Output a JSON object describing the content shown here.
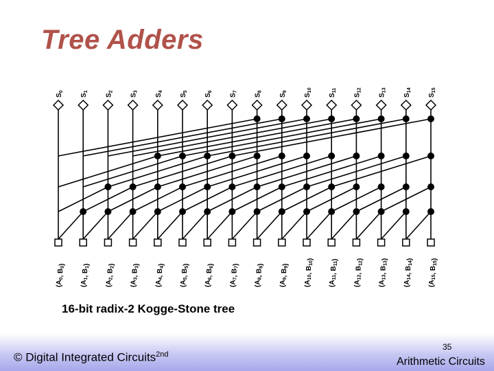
{
  "slide": {
    "title": "Tree Adders",
    "caption": "16-bit radix-2 Kogge-Stone tree"
  },
  "diagram": {
    "bit_count": 16,
    "stage_spans": [
      1,
      2,
      4,
      8
    ],
    "outputs": [
      {
        "base": "S",
        "sub": "0"
      },
      {
        "base": "S",
        "sub": "1"
      },
      {
        "base": "S",
        "sub": "2"
      },
      {
        "base": "S",
        "sub": "3"
      },
      {
        "base": "S",
        "sub": "4"
      },
      {
        "base": "S",
        "sub": "5"
      },
      {
        "base": "S",
        "sub": "6"
      },
      {
        "base": "S",
        "sub": "7"
      },
      {
        "base": "S",
        "sub": "8"
      },
      {
        "base": "S",
        "sub": "9"
      },
      {
        "base": "S",
        "sub": "10"
      },
      {
        "base": "S",
        "sub": "11"
      },
      {
        "base": "S",
        "sub": "12"
      },
      {
        "base": "S",
        "sub": "13"
      },
      {
        "base": "S",
        "sub": "14"
      },
      {
        "base": "S",
        "sub": "15"
      }
    ],
    "inputs": [
      {
        "a": "A",
        "a_sub": "0",
        "b": "B",
        "b_sub": "0"
      },
      {
        "a": "A",
        "a_sub": "1",
        "b": "B",
        "b_sub": "1"
      },
      {
        "a": "A",
        "a_sub": "2",
        "b": "B",
        "b_sub": "2"
      },
      {
        "a": "A",
        "a_sub": "3",
        "b": "B",
        "b_sub": "3"
      },
      {
        "a": "A",
        "a_sub": "4",
        "b": "B",
        "b_sub": "4"
      },
      {
        "a": "A",
        "a_sub": "5",
        "b": "B",
        "b_sub": "5"
      },
      {
        "a": "A",
        "a_sub": "6",
        "b": "B",
        "b_sub": "6"
      },
      {
        "a": "A",
        "a_sub": "7",
        "b": "B",
        "b_sub": "7"
      },
      {
        "a": "A",
        "a_sub": "8",
        "b": "B",
        "b_sub": "8"
      },
      {
        "a": "A",
        "a_sub": "9",
        "b": "B",
        "b_sub": "9"
      },
      {
        "a": "A",
        "a_sub": "10",
        "b": "B",
        "b_sub": "10"
      },
      {
        "a": "A",
        "a_sub": "11",
        "b": "B",
        "b_sub": "11"
      },
      {
        "a": "A",
        "a_sub": "12",
        "b": "B",
        "b_sub": "12"
      },
      {
        "a": "A",
        "a_sub": "13",
        "b": "B",
        "b_sub": "13"
      },
      {
        "a": "A",
        "a_sub": "14",
        "b": "B",
        "b_sub": "14"
      },
      {
        "a": "A",
        "a_sub": "15",
        "b": "B",
        "b_sub": "15"
      }
    ],
    "colors": {
      "wire": "#000000",
      "title": "#b0524a"
    }
  },
  "footer": {
    "left_text": "© Digital Integrated Circuits",
    "left_superscript": "2nd",
    "page_number": "35",
    "right_text": "Arithmetic Circuits"
  }
}
